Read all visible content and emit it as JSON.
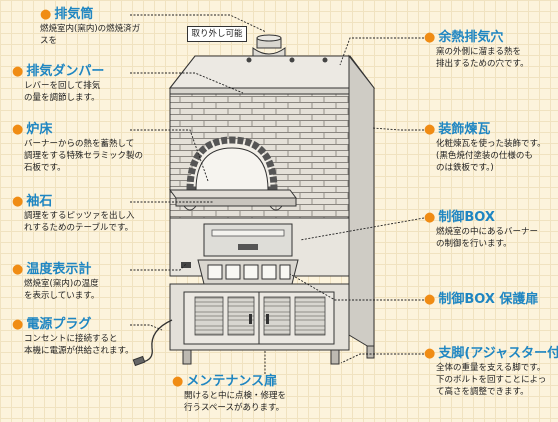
{
  "left_callouts": [
    {
      "title": "排気筒",
      "lines": [
        "燃焼室内(窯内)の燃焼済ガ",
        "スを"
      ]
    },
    {
      "title": "排気ダンパー",
      "lines": [
        "レバーを回して排気",
        "の量を調節します。"
      ]
    },
    {
      "title": "炉床",
      "lines": [
        "バーナーからの熱を蓄熱して",
        "調理をする特殊セラミック製の",
        "石板です。"
      ]
    },
    {
      "title": "袖石",
      "lines": [
        "調理をするピッツァを出し入",
        "れするためのテーブルです。"
      ]
    },
    {
      "title": "温度表示計",
      "lines": [
        "燃焼室(窯内)の温度",
        "を表示しています。"
      ]
    },
    {
      "title": "電源プラグ",
      "lines": [
        "コンセントに接続すると",
        "本機に電源が供給されます。"
      ]
    }
  ],
  "removable_tag": "取り外し可能",
  "right_callouts": [
    {
      "title": "余熱排気穴",
      "lines": [
        "窯の外側に溜まる熱を",
        "排出するための穴です。"
      ]
    },
    {
      "title": "装飾煉瓦",
      "lines": [
        "化粧煉瓦を使った装飾です。",
        "(黒色焼付塗装の仕様のも",
        "のは鉄板です。)"
      ]
    },
    {
      "title": "制御BOX",
      "lines": [
        "燃焼室の中にあるバーナー",
        "の制御を行います。"
      ]
    },
    {
      "title": "制御BOX 保護扉",
      "lines": []
    },
    {
      "title": "支脚(アジャスター付)",
      "lines": [
        "全体の重量を支える脚です。",
        "下のボルトを回すことによっ",
        "て高さを調整できます。"
      ]
    }
  ],
  "bottom_callout": {
    "title": "メンテナンス扉",
    "lines": [
      "開けると中に点検・修理を",
      "行うスペースがあります。"
    ]
  },
  "colors": {
    "title": "#1f86c2",
    "bullet": "#f08c14",
    "background": "#fcf3dc",
    "oven_body": "#e6e3dc",
    "line": "#333333"
  },
  "icons": {
    "bullet": "orange-dot-icon"
  }
}
